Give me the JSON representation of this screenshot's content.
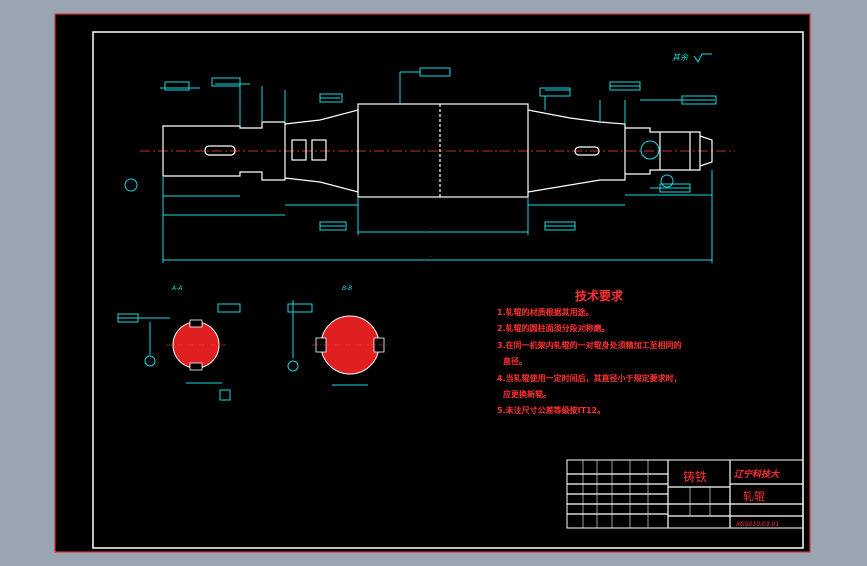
{
  "drawing": {
    "roughness_note": "其余",
    "section_labels": [
      "A-A",
      "B-B"
    ],
    "tech_requirements": {
      "title": "技术要求",
      "items": [
        "1.轧辊的材质根据其用途。",
        "2.轧辊的圆柱面须分段对称磨。",
        "3.在同一机架内轧辊的一对辊身处须精加工至相同的",
        "直径。",
        "4.当轧辊使用一定时间后，其直径小于规定要求时，",
        "应更换新辊。",
        "5.未注尺寸公差等级按IT12。"
      ]
    },
    "title_block": {
      "material": "铸铁",
      "school": "辽宁科技大",
      "part_name": "轧辊",
      "drawing_number": "XGS010.03.01"
    }
  },
  "colors": {
    "background": "#9aa5b3",
    "frame_fill": "#000000",
    "outer_border": "#e0303a",
    "line": "#18d8e0",
    "outline": "#ffffff",
    "text_red": "#ff3030",
    "section_fill": "#e02020"
  }
}
